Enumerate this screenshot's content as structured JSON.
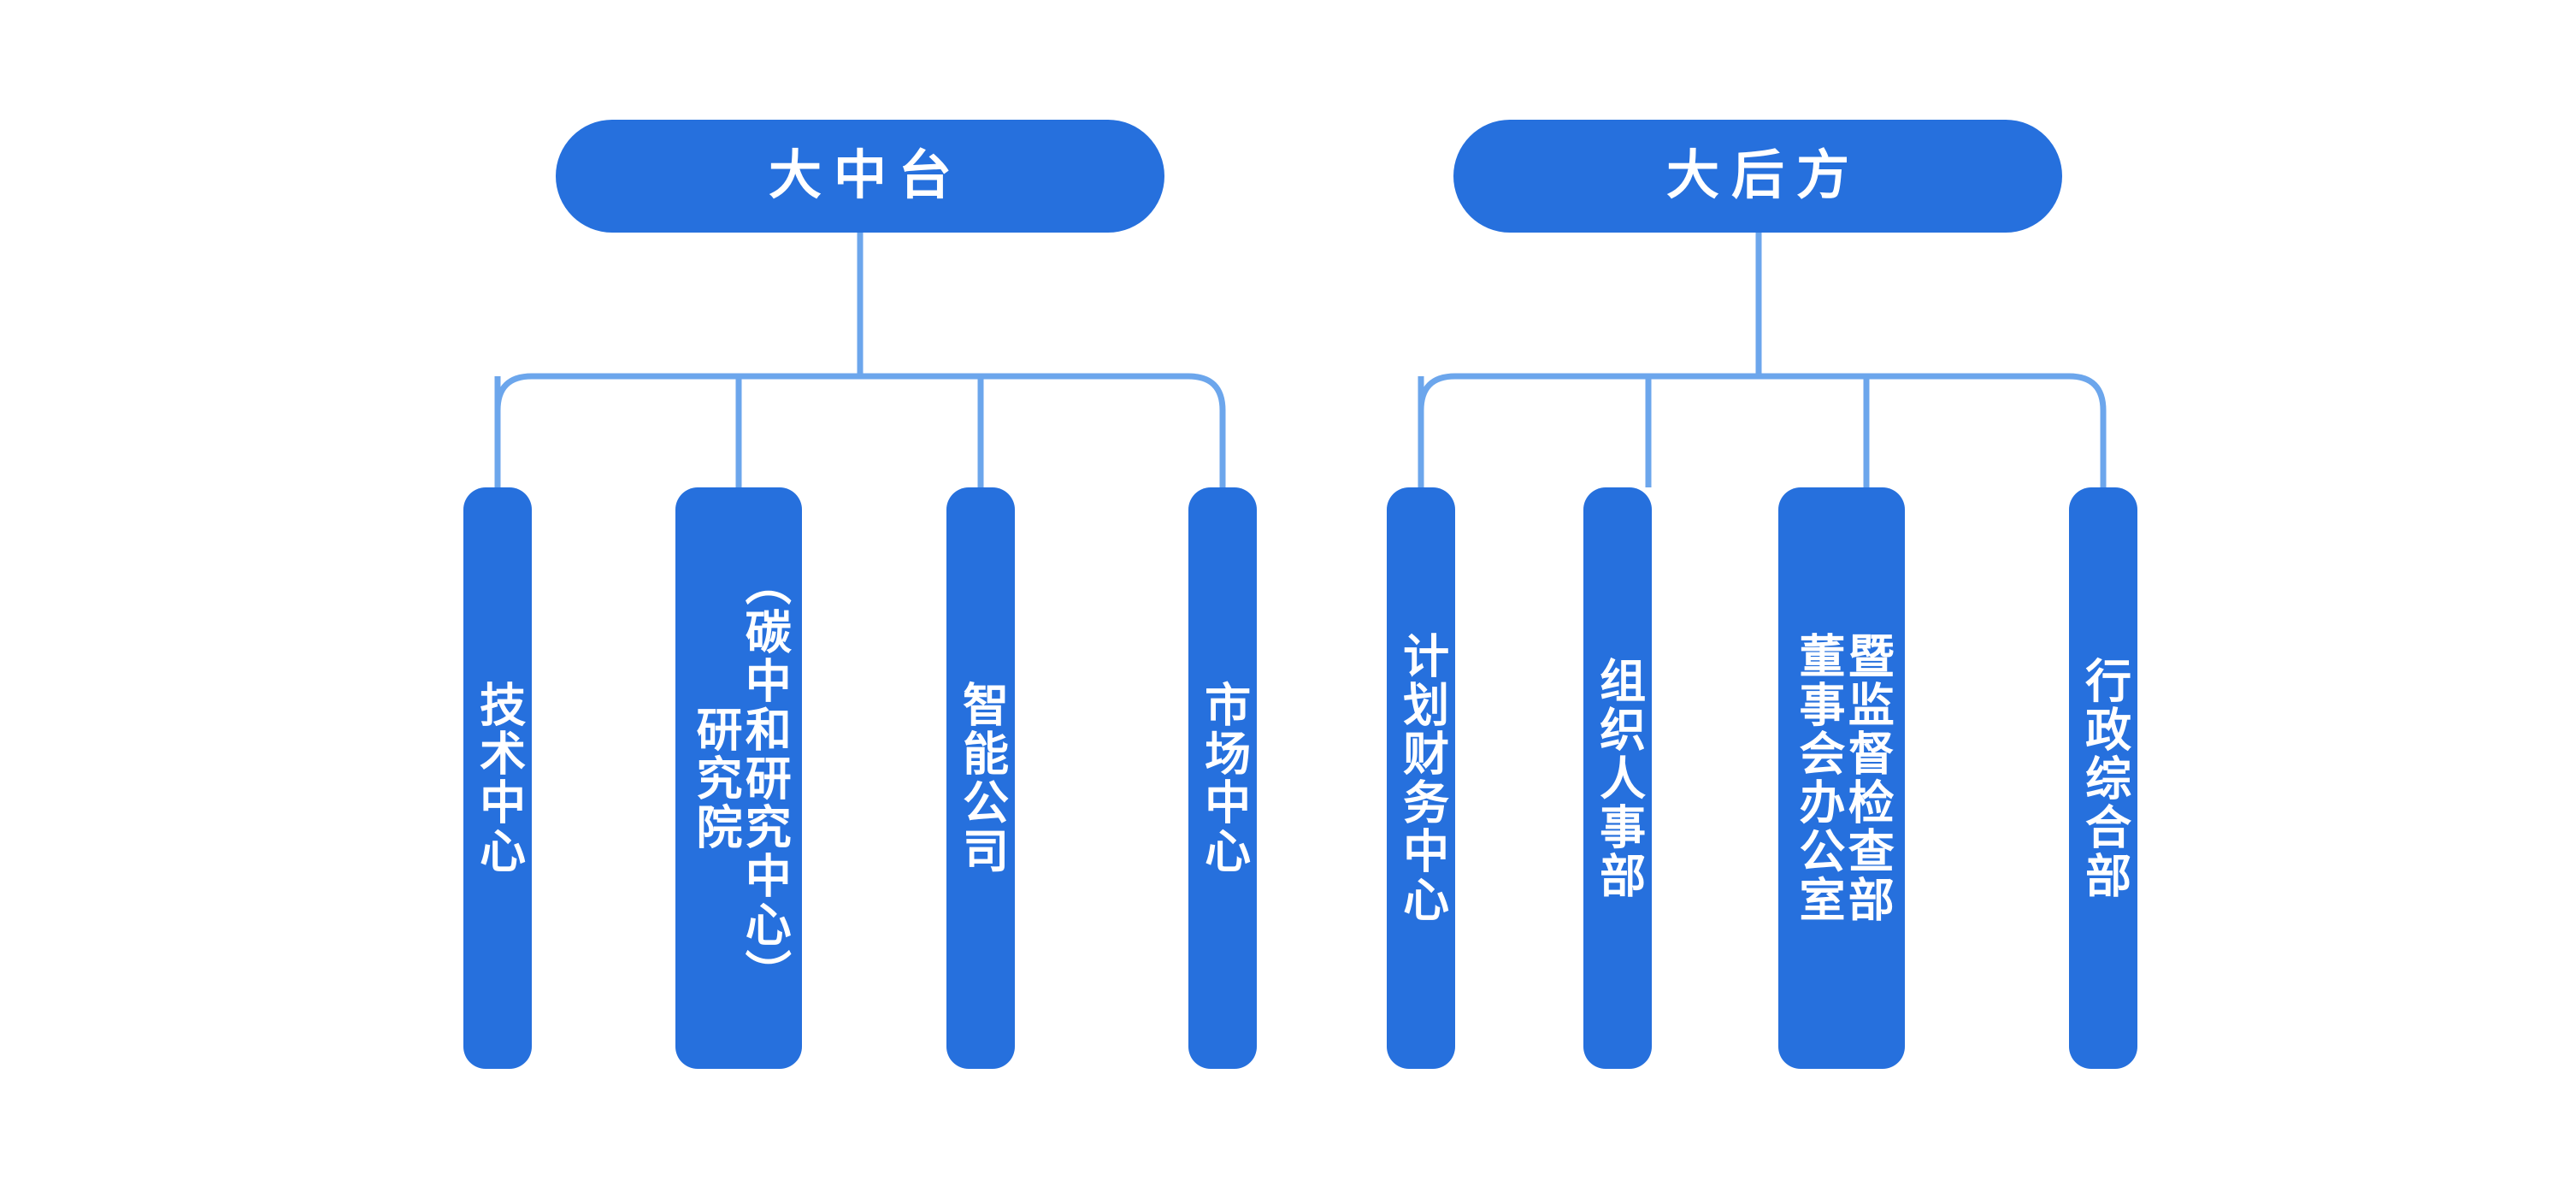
{
  "theme": {
    "background": "#ffffff",
    "node_fill": "#2670dd",
    "connector": "#6ca6ec",
    "label_color": "#ffffff"
  },
  "chart_data": {
    "type": "diagram",
    "subtype": "organization-chart",
    "orientation": "top-down",
    "text_direction": "vertical-rl",
    "title": "",
    "groups": [
      {
        "id": "zhongtai",
        "header": "大中台",
        "children": [
          {
            "full_label": "技术中心",
            "columns": [
              "技术中心"
            ]
          },
          {
            "full_label": "研究院（碳中和研究中心）",
            "columns": [
              "（碳中和研究中心）",
              "研究院"
            ]
          },
          {
            "full_label": "智能公司",
            "columns": [
              "智能公司"
            ]
          },
          {
            "full_label": "市场中心",
            "columns": [
              "市场中心"
            ]
          }
        ]
      },
      {
        "id": "houfang",
        "header": "大后方",
        "children": [
          {
            "full_label": "计划财务中心",
            "columns": [
              "计划财务中心"
            ]
          },
          {
            "full_label": "组织人事部",
            "columns": [
              "组织人事部"
            ]
          },
          {
            "full_label": "董事会办公室暨监督检查部",
            "columns": [
              "暨监督检查部",
              "董事会办公室"
            ]
          },
          {
            "full_label": "行政综合部",
            "columns": [
              "行政综合部"
            ]
          }
        ]
      }
    ]
  }
}
